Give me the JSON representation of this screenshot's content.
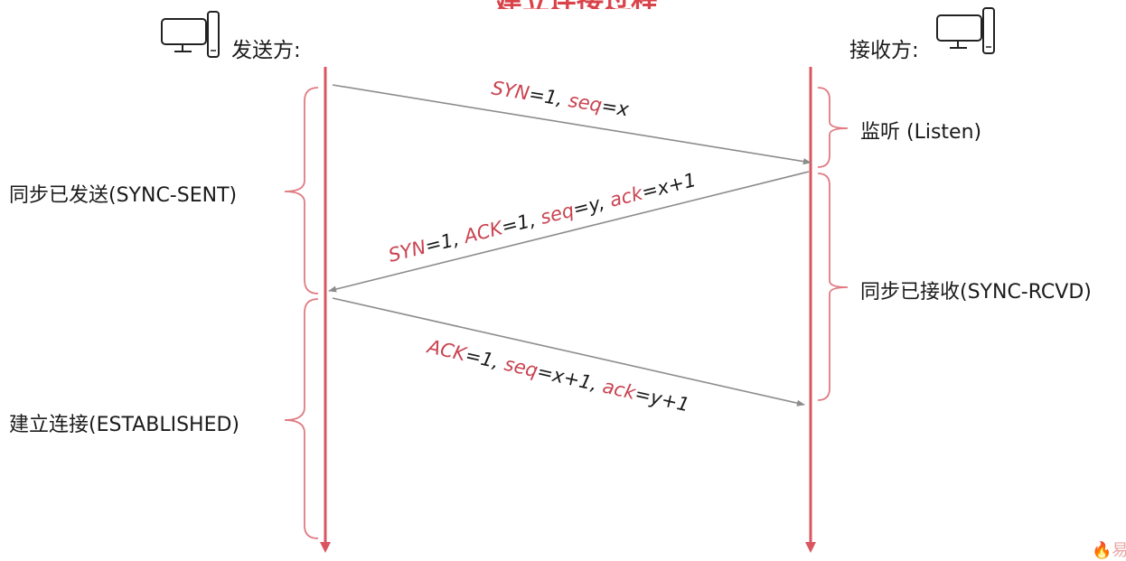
{
  "title": "建立连接过程",
  "parties": {
    "sender": {
      "label": "发送方:",
      "icon": "computer-icon"
    },
    "receiver": {
      "label": "接收方:",
      "icon": "computer-icon"
    }
  },
  "states": {
    "sync_sent": "同步已发送(SYNC-SENT)",
    "established": "建立连接(ESTABLISHED)",
    "listen": "监听 (Listen)",
    "sync_rcvd": "同步已接收(SYNC-RCVD)"
  },
  "messages": {
    "m1": {
      "syn": "SYN",
      "syn_val": "=1, ",
      "seq": "seq",
      "seq_val": "=x"
    },
    "m2": {
      "syn": "SYN",
      "syn_val": "=1, ",
      "ack_flag": "ACK",
      "ack_flag_val": "=1, ",
      "seq": "seq",
      "seq_val": "=y, ",
      "ack": "ack",
      "ack_val": "=x+1"
    },
    "m3": {
      "ack_flag": "ACK",
      "ack_flag_val": "=1, ",
      "seq": "seq",
      "seq_val": "=x+1, ",
      "ack": "ack",
      "ack_val": "=y+1"
    }
  },
  "watermark": "易",
  "colors": {
    "timeline": "#d9555f",
    "keyword": "#c94350",
    "arrow": "#8c8c8c",
    "brace": "#e07b82"
  }
}
